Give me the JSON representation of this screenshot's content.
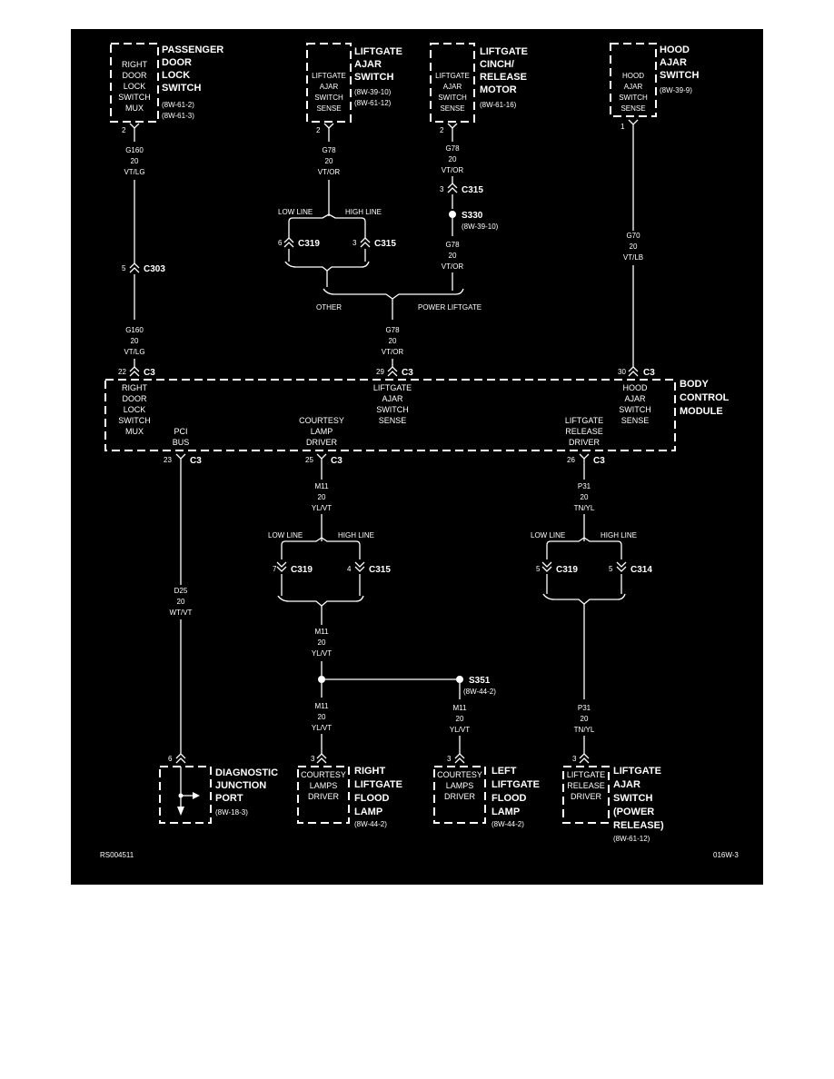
{
  "colors": {
    "background": "#000000",
    "line": "#ffffff",
    "page": "#ffffff"
  },
  "components": {
    "passenger_door_lock_switch": {
      "inner": [
        "RIGHT",
        "DOOR",
        "LOCK",
        "SWITCH",
        "MUX"
      ],
      "title": [
        "PASSENGER",
        "DOOR",
        "LOCK",
        "SWITCH"
      ],
      "refs": [
        "(8W-61-2)",
        "(8W-61-3)"
      ],
      "pin": "2"
    },
    "liftgate_ajar_switch": {
      "inner": [
        "LIFTGATE",
        "AJAR",
        "SWITCH",
        "SENSE"
      ],
      "title": [
        "LIFTGATE",
        "AJAR",
        "SWITCH"
      ],
      "refs": [
        "(8W-39-10)",
        "(8W-61-12)"
      ],
      "pin": "2"
    },
    "liftgate_cinch_motor": {
      "inner": [
        "LIFTGATE",
        "AJAR",
        "SWITCH",
        "SENSE"
      ],
      "title": [
        "LIFTGATE",
        "CINCH/",
        "RELEASE",
        "MOTOR"
      ],
      "refs": [
        "(8W-61-16)"
      ],
      "pin": "2"
    },
    "hood_ajar_switch": {
      "inner": [
        "HOOD",
        "AJAR",
        "SWITCH",
        "SENSE"
      ],
      "title": [
        "HOOD",
        "AJAR",
        "SWITCH"
      ],
      "refs": [
        "(8W-39-9)"
      ],
      "pin": "1"
    },
    "bcm": {
      "title": [
        "BODY",
        "CONTROL",
        "MODULE"
      ],
      "sec1": [
        "RIGHT",
        "DOOR",
        "LOCK",
        "SWITCH",
        "MUX"
      ],
      "sec2": [
        "PCI",
        "BUS"
      ],
      "sec3": [
        "COURTESY",
        "LAMP",
        "DRIVER"
      ],
      "sec4": [
        "LIFTGATE",
        "AJAR",
        "SWITCH",
        "SENSE"
      ],
      "sec5": [
        "LIFTGATE",
        "RELEASE",
        "DRIVER"
      ],
      "sec6": [
        "HOOD",
        "AJAR",
        "SWITCH",
        "SENSE"
      ]
    },
    "djp": {
      "title": [
        "DIAGNOSTIC",
        "JUNCTION",
        "PORT"
      ],
      "refs": [
        "(8W-18-3)"
      ],
      "pin": "6"
    },
    "right_flood": {
      "inner": [
        "COURTESY",
        "LAMPS",
        "DRIVER"
      ],
      "title": [
        "RIGHT",
        "LIFTGATE",
        "FLOOD",
        "LAMP"
      ],
      "refs": [
        "(8W-44-2)"
      ],
      "pin": "3"
    },
    "left_flood": {
      "inner": [
        "COURTESY",
        "LAMPS",
        "DRIVER"
      ],
      "title": [
        "LEFT",
        "LIFTGATE",
        "FLOOD",
        "LAMP"
      ],
      "refs": [
        "(8W-44-2)"
      ],
      "pin": "3"
    },
    "liftgate_pr": {
      "inner": [
        "LIFTGATE",
        "RELEASE",
        "DRIVER"
      ],
      "title": [
        "LIFTGATE",
        "AJAR",
        "SWITCH",
        "(POWER",
        "RELEASE)"
      ],
      "refs": [
        "(8W-61-12)"
      ],
      "pin": "3"
    }
  },
  "wires": {
    "g160_a": [
      "G160",
      "20",
      "VT/LG"
    ],
    "g160_b": [
      "G160",
      "20",
      "VT/LG"
    ],
    "g78_a": [
      "G78",
      "20",
      "VT/OR"
    ],
    "g78_b": [
      "G78",
      "20",
      "VT/OR"
    ],
    "g78_c": [
      "G78",
      "20",
      "VT/OR"
    ],
    "g78_d": [
      "G78",
      "20",
      "VT/OR"
    ],
    "g70": [
      "G70",
      "20",
      "VT/LB"
    ],
    "m11_a": [
      "M11",
      "20",
      "YL/VT"
    ],
    "m11_b": [
      "M11",
      "20",
      "YL/VT"
    ],
    "m11_c": [
      "M11",
      "20",
      "YL/VT"
    ],
    "m11_d": [
      "M11",
      "20",
      "YL/VT"
    ],
    "p31_a": [
      "P31",
      "20",
      "TN/YL"
    ],
    "p31_b": [
      "P31",
      "20",
      "TN/YL"
    ],
    "d25": [
      "D25",
      "20",
      "WT/VT"
    ]
  },
  "connectors": {
    "c303": {
      "pin": "5",
      "name": "C303"
    },
    "c315_cinch": {
      "pin": "3",
      "name": "C315"
    },
    "c319_top": {
      "pin": "6",
      "name": "C319"
    },
    "c315_top": {
      "pin": "3",
      "name": "C315"
    },
    "bcm_22": {
      "pin": "22",
      "name": "C3"
    },
    "bcm_29": {
      "pin": "29",
      "name": "C3"
    },
    "bcm_30": {
      "pin": "30",
      "name": "C3"
    },
    "bcm_23": {
      "pin": "23",
      "name": "C3"
    },
    "bcm_25": {
      "pin": "25",
      "name": "C3"
    },
    "bcm_26": {
      "pin": "26",
      "name": "C3"
    },
    "c319_mid": {
      "pin": "7",
      "name": "C319"
    },
    "c315_mid": {
      "pin": "4",
      "name": "C315"
    },
    "c319_right": {
      "pin": "5",
      "name": "C319"
    },
    "c314_right": {
      "pin": "5",
      "name": "C314"
    }
  },
  "splices": {
    "s330": {
      "name": "S330",
      "ref": "(8W-39-10)"
    },
    "s351": {
      "name": "S351",
      "ref": "(8W-44-2)"
    }
  },
  "labels": {
    "low_line": "LOW LINE",
    "high_line": "HIGH LINE",
    "other": "OTHER",
    "power_liftgate": "POWER LIFTGATE",
    "figure_id": "RS004511",
    "page_code": "016W-3"
  }
}
